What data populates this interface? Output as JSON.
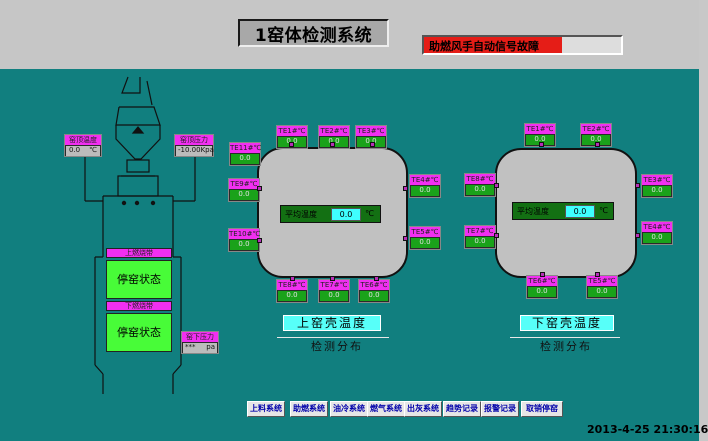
{
  "header": {
    "title": "1窑体检测系统",
    "alarm_text": "助燃风手自动信号故障",
    "alarm_fill_pct": 70,
    "alarm_color": "#e51d17"
  },
  "top_probe_left": {
    "label": "窑顶温度",
    "value": "0.0",
    "unit": "℃"
  },
  "top_probe_right": {
    "label": "窑顶压力",
    "value": "-10.00",
    "unit": "Kpa"
  },
  "kiln": {
    "upper_label": "上燃烧带",
    "upper_state": "停窑状态",
    "lower_label": "下燃烧带",
    "lower_state": "停窑状态",
    "side_probe": {
      "label": "窑下压力",
      "value": "***",
      "unit": "pa"
    }
  },
  "upper_shell": {
    "title": "上窑壳温度",
    "link": "检测分布",
    "avg_label": "平均温度",
    "avg_value": "0.0",
    "avg_unit": "℃",
    "sensors": [
      {
        "label": "TE1#℃",
        "value": "0.0"
      },
      {
        "label": "TE2#℃",
        "value": "0.0"
      },
      {
        "label": "TE3#℃",
        "value": "0.0"
      },
      {
        "label": "TE4#℃",
        "value": "0.0"
      },
      {
        "label": "TE5#℃",
        "value": "0.0"
      },
      {
        "label": "TE6#℃",
        "value": "0.0"
      },
      {
        "label": "TE7#℃",
        "value": "0.0"
      },
      {
        "label": "TE8#℃",
        "value": "0.0"
      },
      {
        "label": "TE9#℃",
        "value": "0.0"
      },
      {
        "label": "TE10#℃",
        "value": "0.0"
      },
      {
        "label": "TE11#℃",
        "value": "0.0"
      }
    ]
  },
  "lower_shell": {
    "title": "下窑壳温度",
    "link": "检测分布",
    "avg_label": "平均温度",
    "avg_value": "0.0",
    "avg_unit": "℃",
    "sensors": [
      {
        "label": "TE1#℃",
        "value": "0.0"
      },
      {
        "label": "TE2#℃",
        "value": "0.0"
      },
      {
        "label": "TE3#℃",
        "value": "0.0"
      },
      {
        "label": "TE4#℃",
        "value": "0.0"
      },
      {
        "label": "TE5#℃",
        "value": "0.0"
      },
      {
        "label": "TE6#℃",
        "value": "0.0"
      },
      {
        "label": "TE7#℃",
        "value": "0.0"
      },
      {
        "label": "TE8#℃",
        "value": "0.0"
      }
    ]
  },
  "nav_buttons": [
    "上料系统",
    "助燃系统",
    "油冷系统",
    "燃气系统",
    "出灰系统",
    "趋势记录",
    "报警记录",
    "取销停窑"
  ],
  "timestamp": "2013-4-25 21:30:16"
}
